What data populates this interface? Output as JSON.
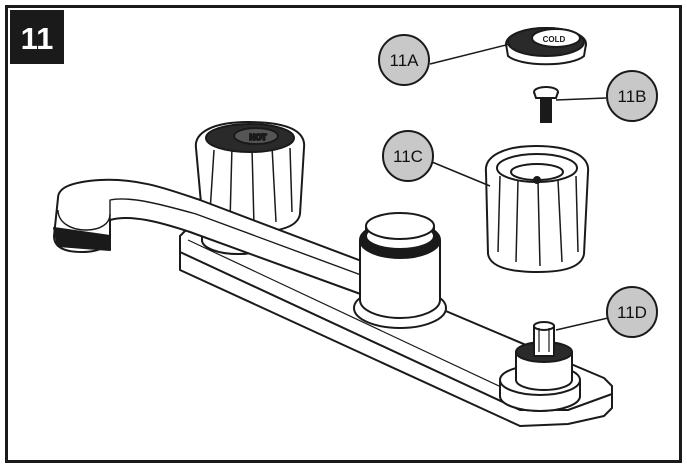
{
  "step": {
    "number": "11"
  },
  "callouts": [
    {
      "id": "11A",
      "label": "11A"
    },
    {
      "id": "11B",
      "label": "11B"
    },
    {
      "id": "11C",
      "label": "11C"
    },
    {
      "id": "11D",
      "label": "11D"
    }
  ],
  "handle_labels": {
    "hot": "HOT",
    "cold": "COLD"
  },
  "colors": {
    "frame": "#1a1a1a",
    "step_badge": "#1a1a1a",
    "callout_fill": "#c8c8c8",
    "line": "#1a1a1a"
  }
}
